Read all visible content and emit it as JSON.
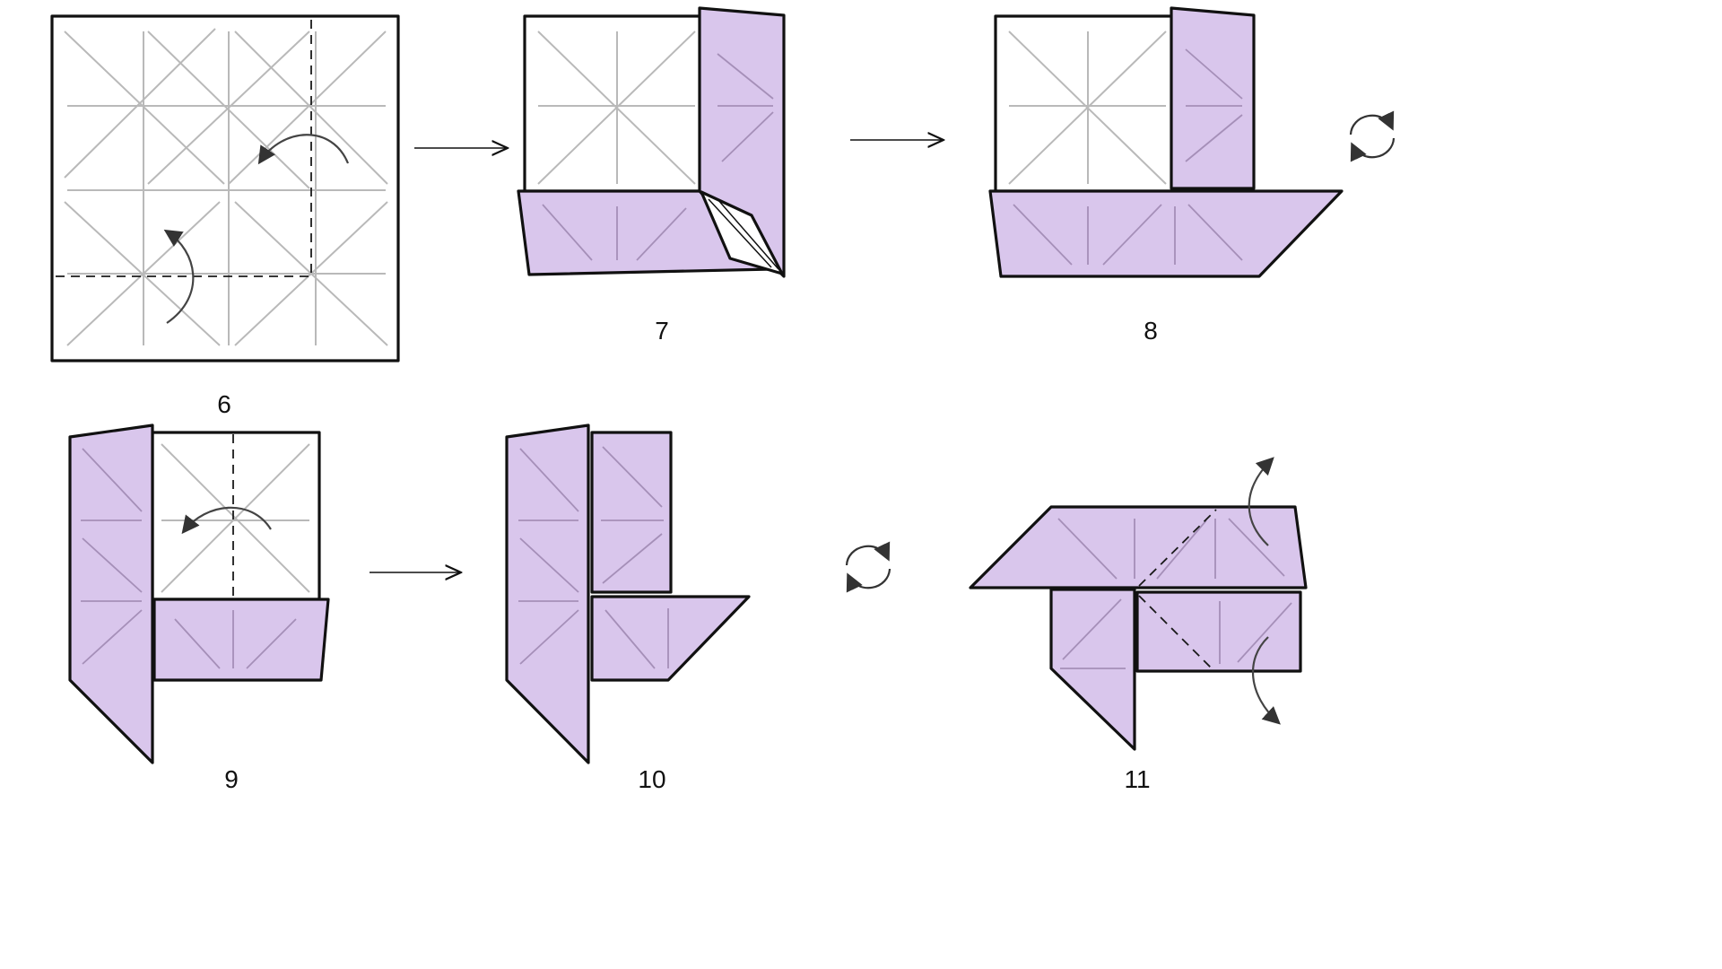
{
  "diagram": {
    "steps": [
      {
        "label": "6"
      },
      {
        "label": "7"
      },
      {
        "label": "8"
      },
      {
        "label": "9"
      },
      {
        "label": "10"
      },
      {
        "label": "11"
      }
    ],
    "colors": {
      "paper_white": "#ffffff",
      "paper_colored": "#d9c6ec",
      "outline": "#111111",
      "crease": "#b9b9b9",
      "crease_on_color": "#a58fb8",
      "arrow": "#444444"
    },
    "icons": [
      "fold-arrow-icon",
      "next-step-arrow-icon",
      "turn-over-icon"
    ]
  }
}
